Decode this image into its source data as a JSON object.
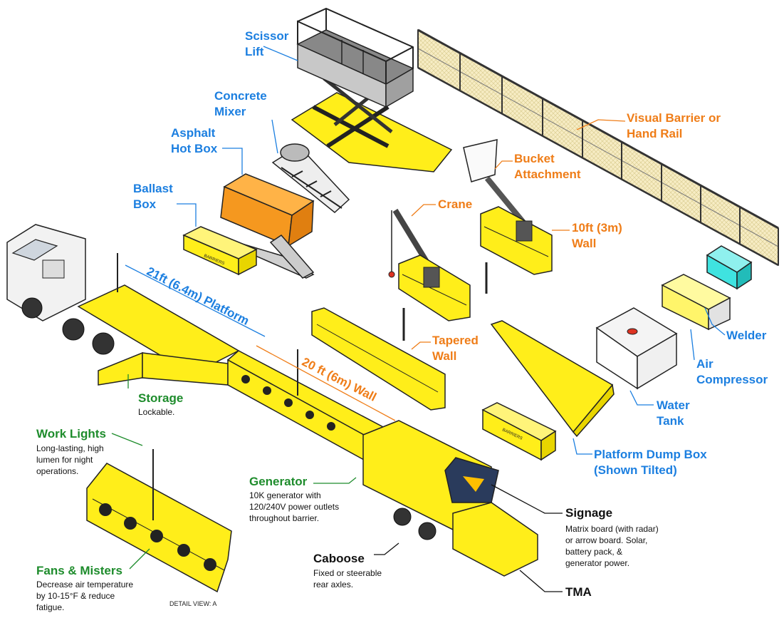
{
  "labels": {
    "scissor_lift": [
      "Scissor",
      "Lift"
    ],
    "concrete_mixer": [
      "Concrete",
      "Mixer"
    ],
    "asphalt_hot_box": [
      "Asphalt",
      "Hot Box"
    ],
    "ballast_box": [
      "Ballast",
      "Box"
    ],
    "visual_barrier": [
      "Visual Barrier or",
      "Hand Rail"
    ],
    "bucket_attachment": [
      "Bucket",
      "Attachment"
    ],
    "crane": "Crane",
    "wall_10ft": [
      "10ft (3m)",
      "Wall"
    ],
    "platform_21ft": "21ft (6.4m) Platform",
    "wall_20ft": "20 ft (6m) Wall",
    "tapered_wall": [
      "Tapered",
      "Wall"
    ],
    "welder": "Welder",
    "air_compressor": [
      "Air",
      "Compressor"
    ],
    "water_tank": [
      "Water",
      "Tank"
    ],
    "platform_dump_box": [
      "Platform Dump Box",
      "(Shown Tilted)"
    ],
    "storage": {
      "title": "Storage",
      "desc": [
        "Lockable."
      ]
    },
    "work_lights": {
      "title": "Work Lights",
      "desc": [
        "Long-lasting, high",
        "lumen for night",
        "operations."
      ]
    },
    "generator": {
      "title": "Generator",
      "desc": [
        "10K generator with",
        "120/240V power outlets",
        "throughout barrier."
      ]
    },
    "signage": {
      "title": "Signage",
      "desc": [
        "Matrix board (with radar)",
        "or arrow board. Solar,",
        "battery pack, &",
        "generator power."
      ]
    },
    "caboose": {
      "title": "Caboose",
      "desc": [
        "Fixed or steerable",
        "rear axles."
      ]
    },
    "fans_misters": {
      "title": "Fans & Misters",
      "desc": [
        "Decrease air temperature",
        "by 10-15°F & reduce",
        "fatigue."
      ]
    },
    "tma": "TMA",
    "detail_view": "DETAIL VIEW: A"
  },
  "box_branding": "BARRIERS",
  "colors": {
    "equipment_yellow": "#ffee1a",
    "hotbox_orange": "#f5981f",
    "label_blue": "#1c7fe0",
    "label_orange": "#ef7d18",
    "label_green": "#1e8c2c",
    "welder_cyan": "#3fe3e0",
    "compressor_yellow": "#fff56a",
    "rail_mesh": "#f6ecc4",
    "sign_panel": "#2a3b5c"
  }
}
